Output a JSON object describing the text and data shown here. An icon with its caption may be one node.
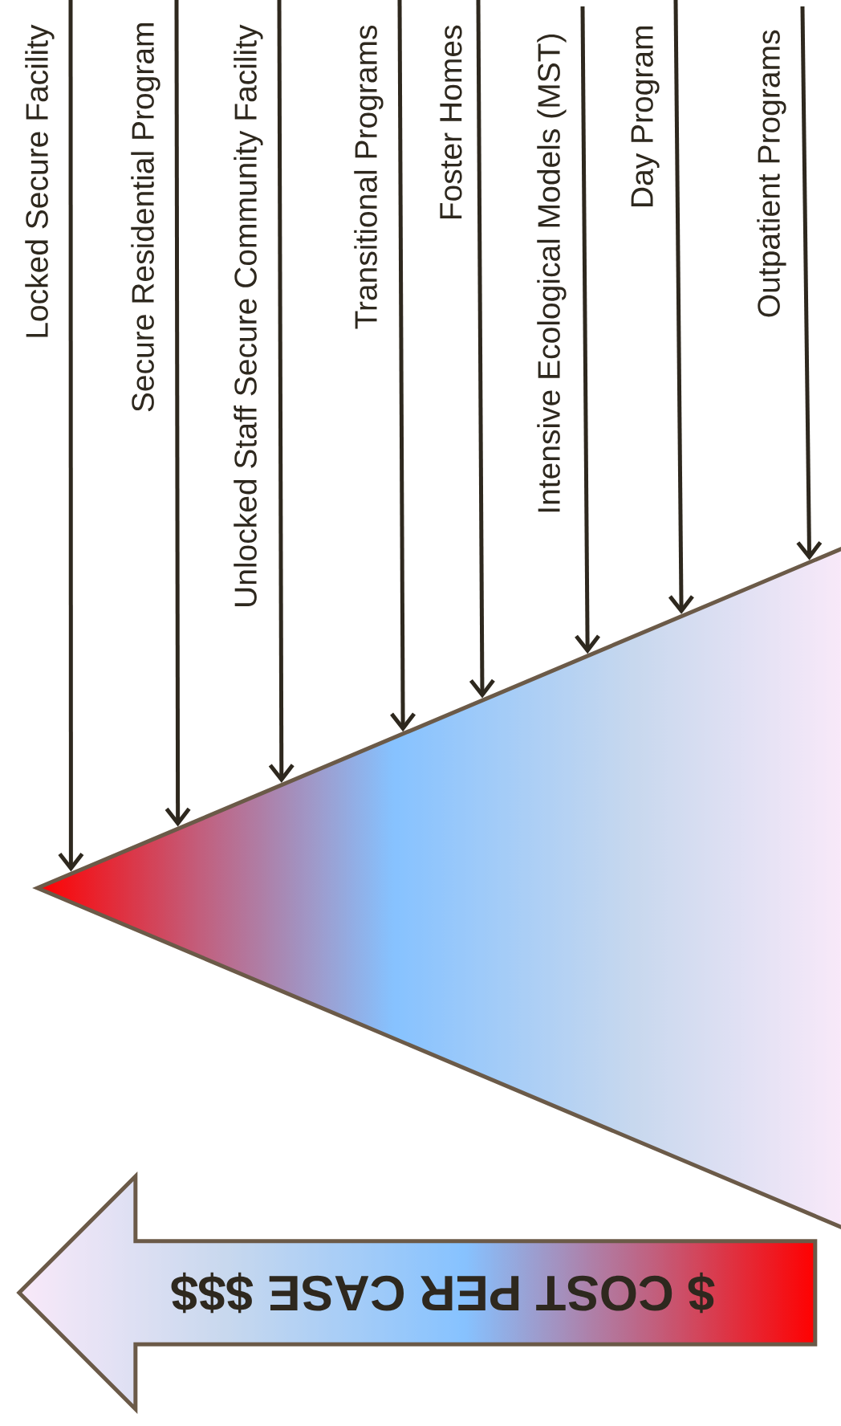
{
  "diagram": {
    "nodes": [
      {
        "text": [
          "Locked Secure Facility"
        ]
      },
      {
        "text": [
          "Secure Residential Program"
        ]
      },
      {
        "text": [
          "Unlocked Staff Secure Community Facility"
        ]
      },
      {
        "text": [
          "Transitional Programs"
        ]
      },
      {
        "text": [
          "Foster Homes"
        ]
      },
      {
        "text": [
          "Intensive Ecological Models (MST)"
        ]
      },
      {
        "text": [
          "Day Program"
        ]
      },
      {
        "text": [
          "Outpatient Programs"
        ]
      },
      {
        "text": [],
        "shape": "triangle"
      },
      {
        "text": [
          "$ COST PER CASE $$$"
        ]
      }
    ],
    "edges": [
      {
        "from": 0,
        "to": 8,
        "arrow": "to"
      },
      {
        "from": 1,
        "to": 8,
        "arrow": "to"
      },
      {
        "from": 2,
        "to": 8,
        "arrow": "to"
      },
      {
        "from": 3,
        "to": 8,
        "arrow": "to"
      },
      {
        "from": 4,
        "to": 8,
        "arrow": "to"
      },
      {
        "from": 5,
        "to": 8,
        "arrow": "to"
      },
      {
        "from": 6,
        "to": 8,
        "arrow": "to"
      },
      {
        "from": 7,
        "to": 8,
        "arrow": "to"
      }
    ]
  }
}
